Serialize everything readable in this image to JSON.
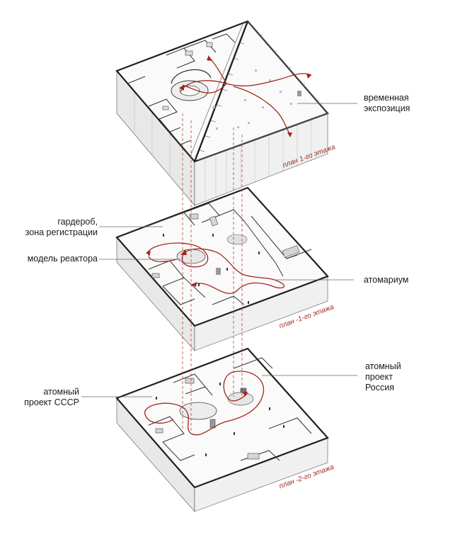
{
  "labels": {
    "temporary_exhibition": [
      "временная",
      "экспозиция"
    ],
    "cloakroom": [
      "гардероб,",
      "зона регистрации"
    ],
    "reactor_model": "модель реактора",
    "atomarium": "атомариум",
    "atomic_project_ussr": [
      "атомный",
      "проект СССР"
    ],
    "atomic_project_russia": [
      "атомный",
      "проект",
      "Россия"
    ]
  },
  "plan_captions": {
    "floor_1": "план 1-го этажа",
    "floor_minus_1": "план -1-го этажа",
    "floor_minus_2": "план -2-го этажа"
  },
  "colors": {
    "route": "#a3261d",
    "caption": "#9e2a22",
    "walls": "#2b2b2b",
    "side_face": "#e6e6e6",
    "floor_slab": "#fafafa",
    "leader": "#666666"
  }
}
